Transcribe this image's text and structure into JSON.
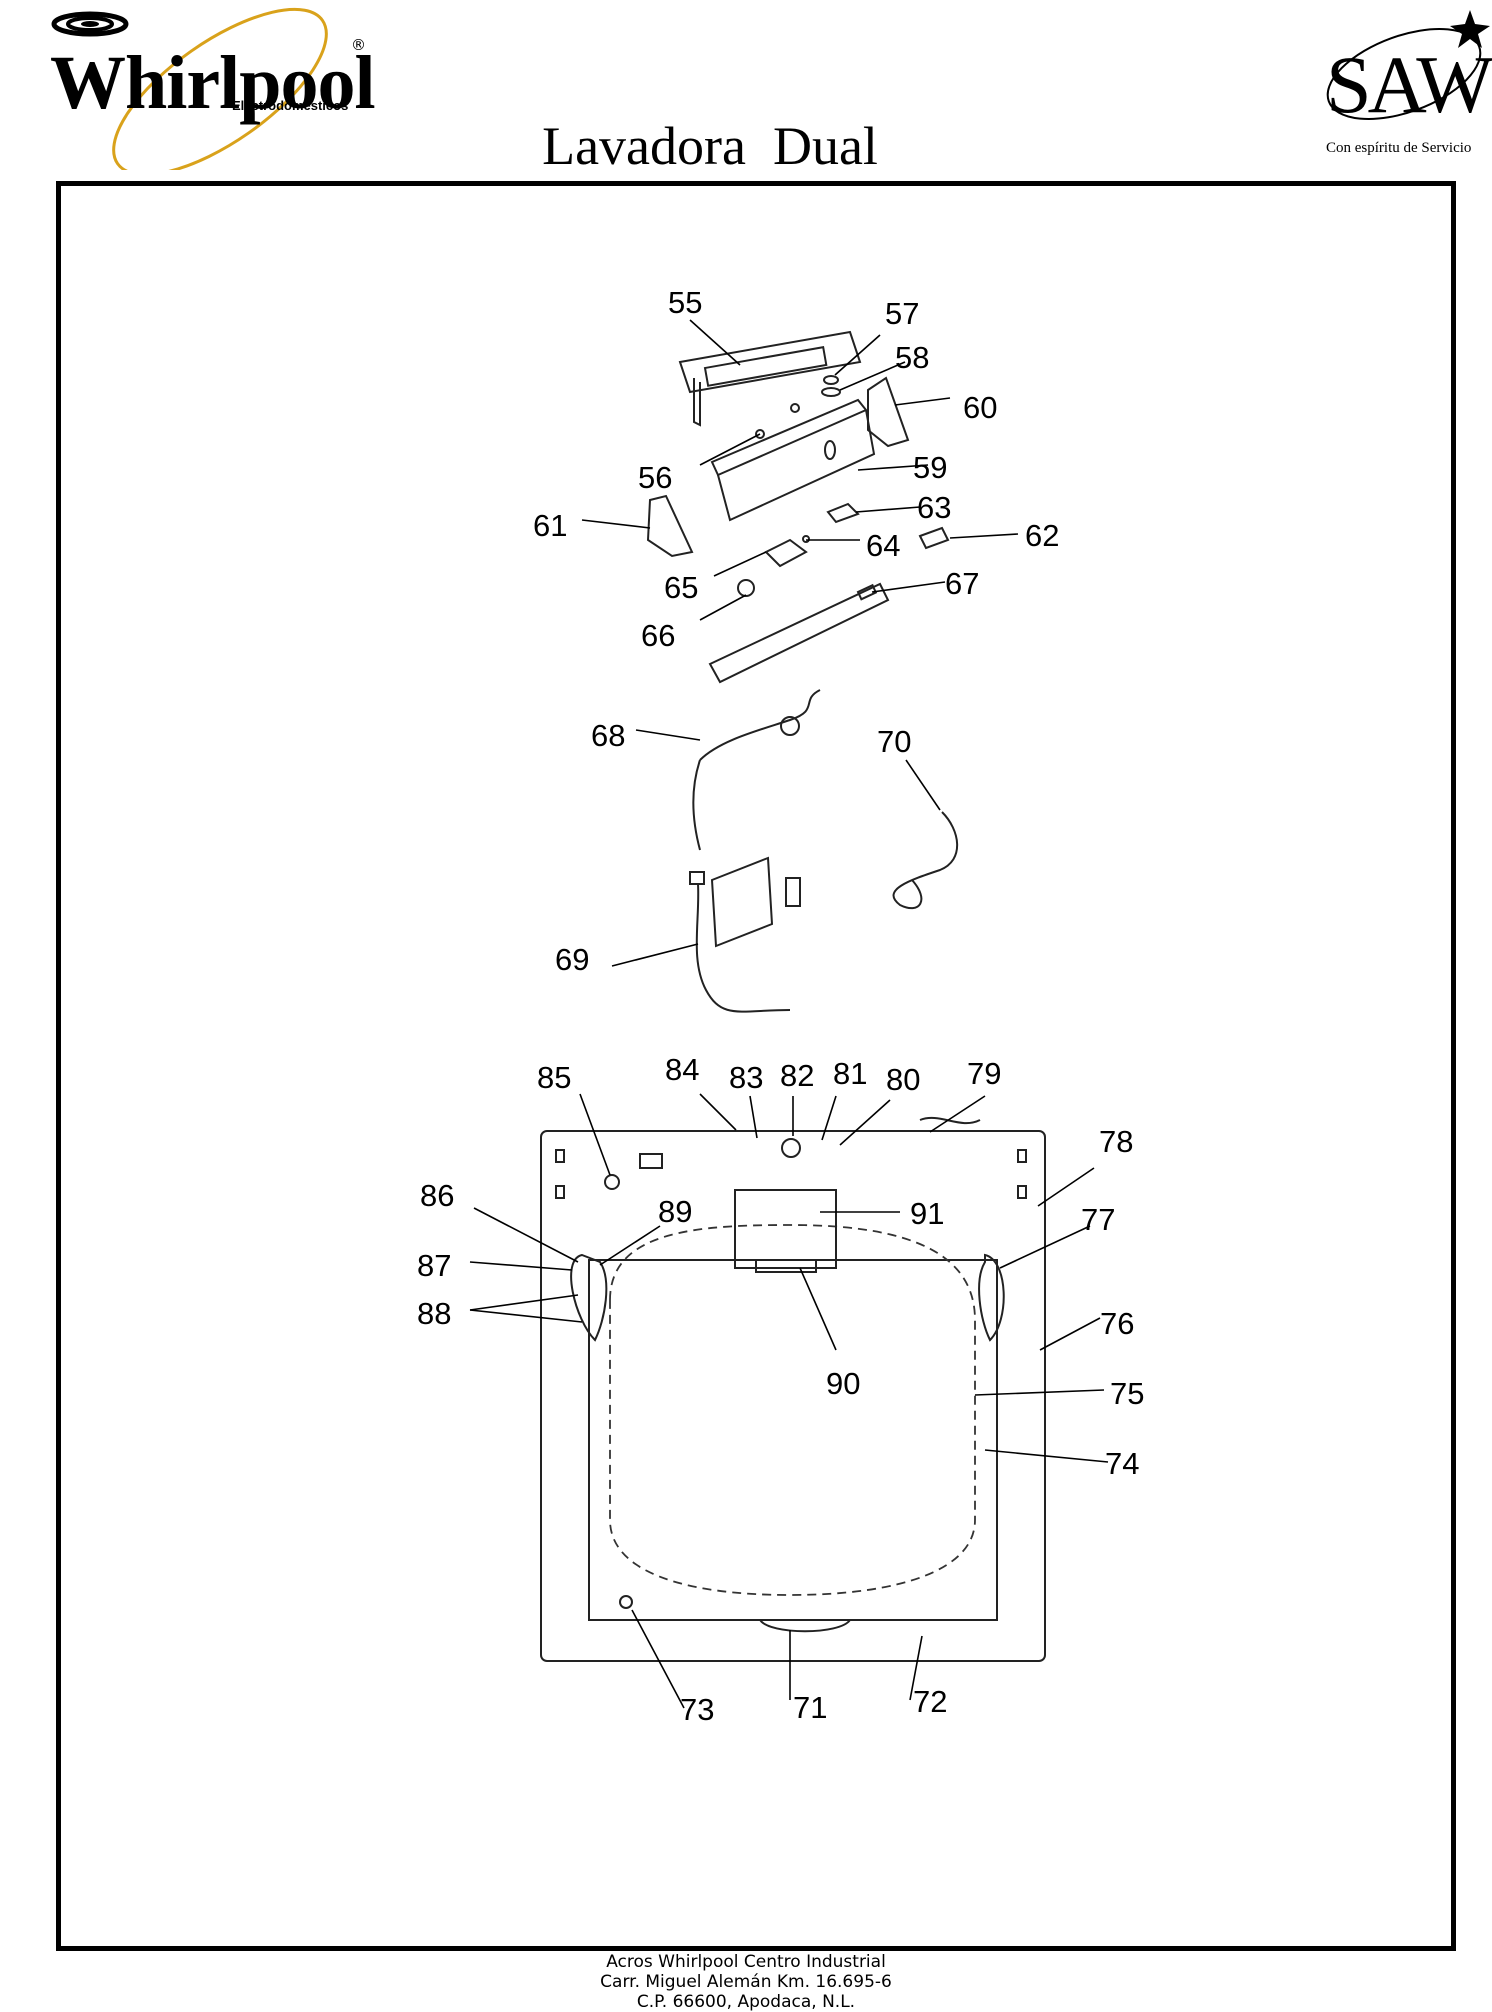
{
  "header": {
    "title": "Lavadora  Dual",
    "brand_left": "Whirlpool",
    "brand_left_sub": "Electrodomésticos",
    "brand_left_registered": "®",
    "brand_right": "SAW",
    "brand_right_tagline": "Con espíritu de Servicio"
  },
  "callouts": [
    "55",
    "56",
    "57",
    "58",
    "59",
    "60",
    "61",
    "62",
    "63",
    "64",
    "65",
    "66",
    "67",
    "68",
    "69",
    "70",
    "71",
    "72",
    "73",
    "74",
    "75",
    "76",
    "77",
    "78",
    "79",
    "80",
    "81",
    "82",
    "83",
    "84",
    "85",
    "86",
    "87",
    "88",
    "89",
    "90",
    "91"
  ],
  "footer": {
    "lines": [
      "Acros Whirlpool Centro Industrial",
      "Carr. Miguel Alemán Km. 16.695-6",
      "C.P. 66600, Apodaca, N.L."
    ]
  },
  "colors": {
    "logo_swoosh": "#d9a21b",
    "ink": "#000000",
    "frame": "#000000"
  }
}
